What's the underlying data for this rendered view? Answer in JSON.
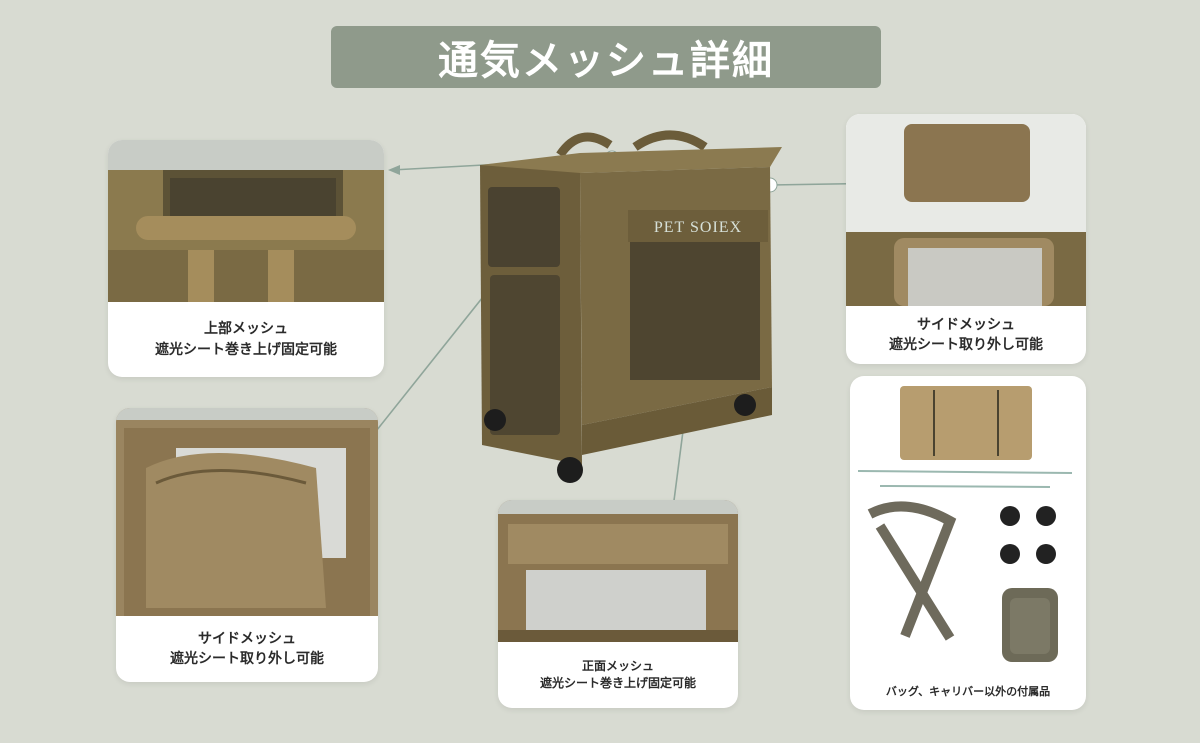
{
  "title": "通気メッシュ詳細",
  "product_logo": "PET SOIEX",
  "cards": {
    "top_mesh": {
      "line1": "上部メッシュ",
      "line2": "遮光シート巻き上げ固定可能"
    },
    "side_mesh_left": {
      "line1": "サイドメッシュ",
      "line2": "遮光シート取り外し可能"
    },
    "front_mesh": {
      "line1": "正面メッシュ",
      "line2": "遮光シート巻き上げ固定可能"
    },
    "side_mesh_right": {
      "line1": "サイドメッシュ",
      "line2": "遮光シート取り外し可能"
    },
    "accessories": {
      "caption": "バッグ、キャリバー以外の付属品"
    }
  },
  "colors": {
    "background": "#d8dbd2",
    "title_banner": "#8f9a8b",
    "fabric": "#7a6a44",
    "fabric_light": "#a08b5e",
    "mesh": "#c9c9c3",
    "connector": "#8fa59a"
  }
}
